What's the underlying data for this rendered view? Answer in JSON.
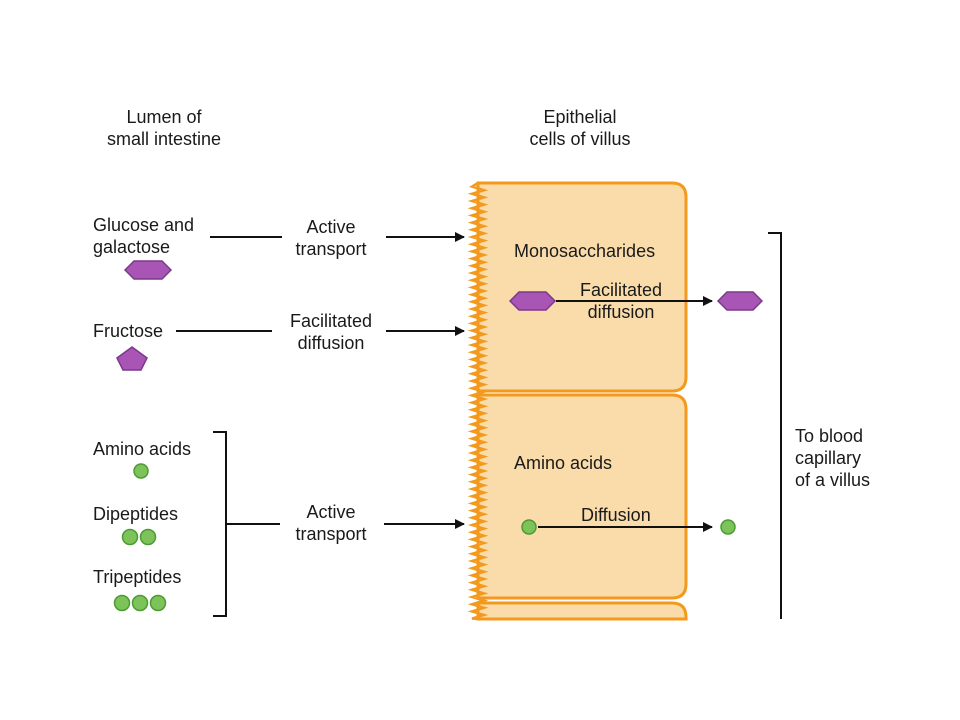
{
  "headings": {
    "lumen": [
      "Lumen of",
      "small intestine"
    ],
    "epithelial": [
      "Epithelial",
      "cells of villus"
    ]
  },
  "left_labels": {
    "glucose": [
      "Glucose and",
      "galactose"
    ],
    "fructose": "Fructose",
    "amino_acids": "Amino acids",
    "dipeptides": "Dipeptides",
    "tripeptides": "Tripeptides"
  },
  "transport_labels": {
    "glucose": [
      "Active",
      "transport"
    ],
    "fructose": [
      "Facilitated",
      "diffusion"
    ],
    "amino": [
      "Active",
      "transport"
    ]
  },
  "cell_labels": {
    "monosaccharides": "Monosaccharides",
    "cell_facilitated": [
      "Facilitated",
      "diffusion"
    ],
    "amino_acids": "Amino acids",
    "diffusion": "Diffusion"
  },
  "blood_label": [
    "To blood",
    "capillary",
    "of a villus"
  ],
  "colors": {
    "sugar": "#a855b5",
    "sugar_stroke": "#7a3a8a",
    "amino": "#7cc35a",
    "amino_stroke": "#4e9a35",
    "cell_fill": "#fadcaa",
    "cell_stroke": "#f39a1e",
    "arrow": "#111111"
  },
  "icons": [
    "hexagon-sugar-icon",
    "pentagon-sugar-icon",
    "amino-acid-sphere-icon"
  ]
}
